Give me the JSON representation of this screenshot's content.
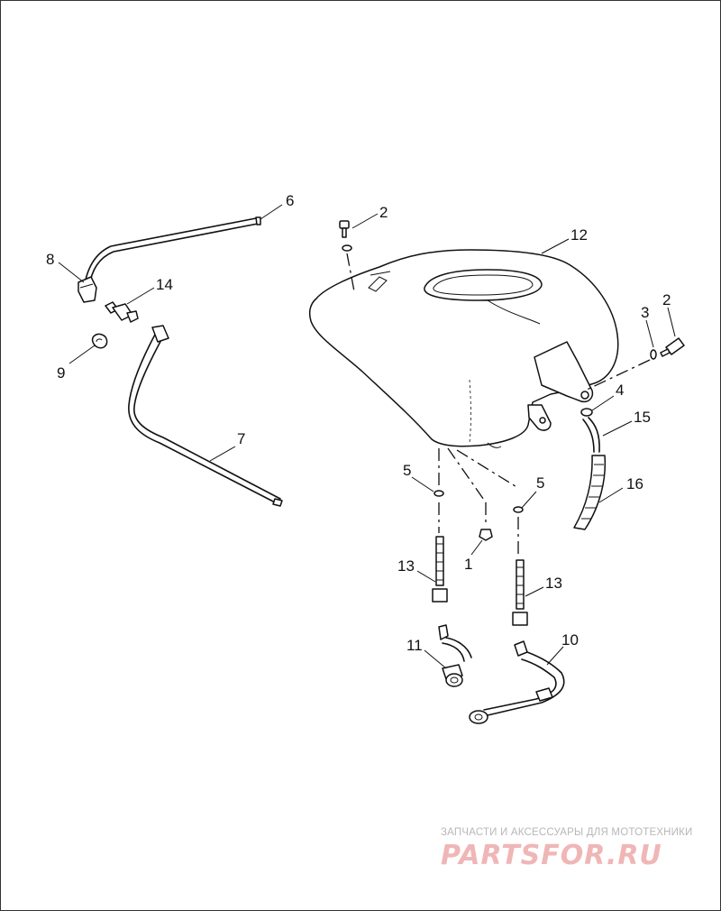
{
  "diagram": {
    "callouts": [
      {
        "id": "c6",
        "label": "6"
      },
      {
        "id": "c2a",
        "label": "2"
      },
      {
        "id": "c12",
        "label": "12"
      },
      {
        "id": "c8",
        "label": "8"
      },
      {
        "id": "c14",
        "label": "14"
      },
      {
        "id": "c9",
        "label": "9"
      },
      {
        "id": "c3",
        "label": "3"
      },
      {
        "id": "c2b",
        "label": "2"
      },
      {
        "id": "c4",
        "label": "4"
      },
      {
        "id": "c15",
        "label": "15"
      },
      {
        "id": "c7",
        "label": "7"
      },
      {
        "id": "c5a",
        "label": "5"
      },
      {
        "id": "c5b",
        "label": "5"
      },
      {
        "id": "c16",
        "label": "16"
      },
      {
        "id": "c13a",
        "label": "13"
      },
      {
        "id": "c1",
        "label": "1"
      },
      {
        "id": "c13b",
        "label": "13"
      },
      {
        "id": "c11",
        "label": "11"
      },
      {
        "id": "c10",
        "label": "10"
      }
    ]
  },
  "watermark": {
    "tagline": "ЗАПЧАСТИ И АКСЕССУАРЫ ДЛЯ МОТОТЕХНИКИ",
    "brand": "PARTSFOR.RU",
    "color": "#f0b6b6"
  }
}
